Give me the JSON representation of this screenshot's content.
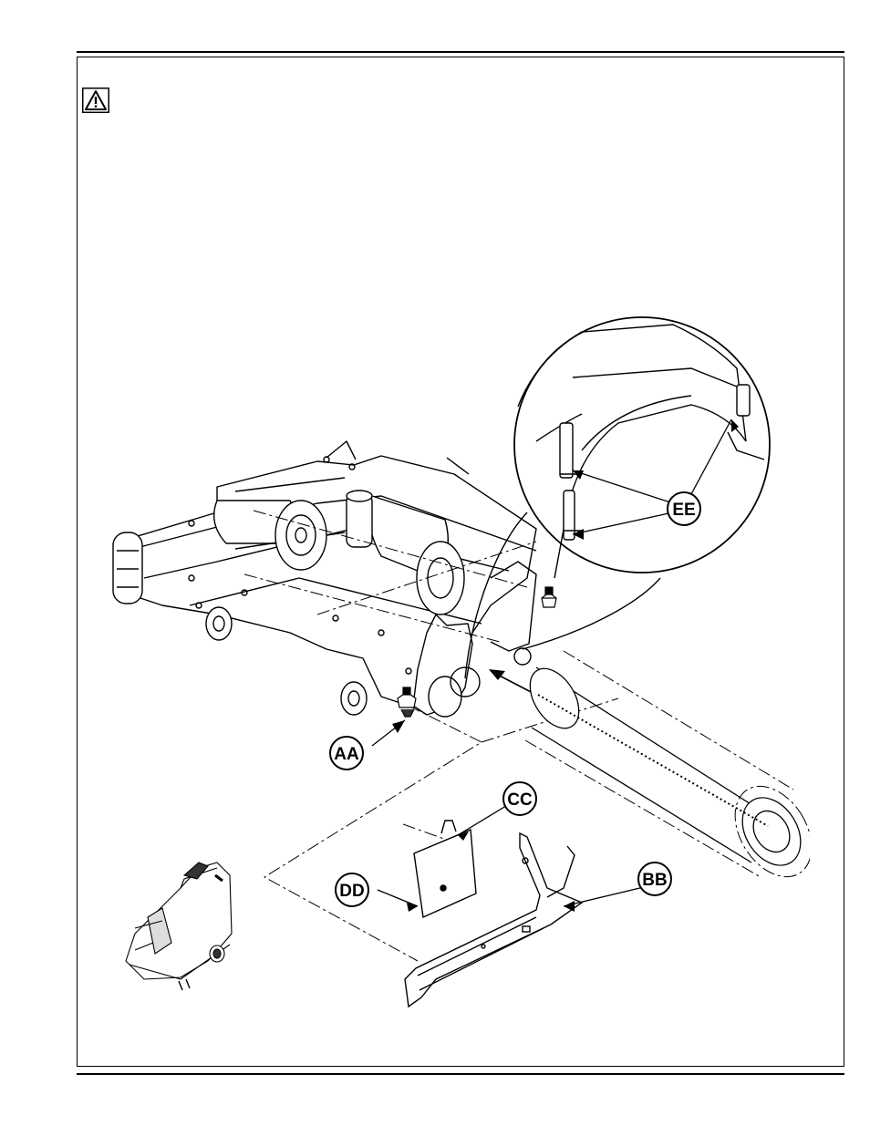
{
  "page": {
    "warning_icon": "warning-triangle-icon"
  },
  "figure": {
    "callouts": {
      "aa": "AA",
      "bb": "BB",
      "cc": "CC",
      "dd": "DD",
      "ee": "EE"
    },
    "thumbnail_icon": "floor-scrubber-machine-icon"
  }
}
